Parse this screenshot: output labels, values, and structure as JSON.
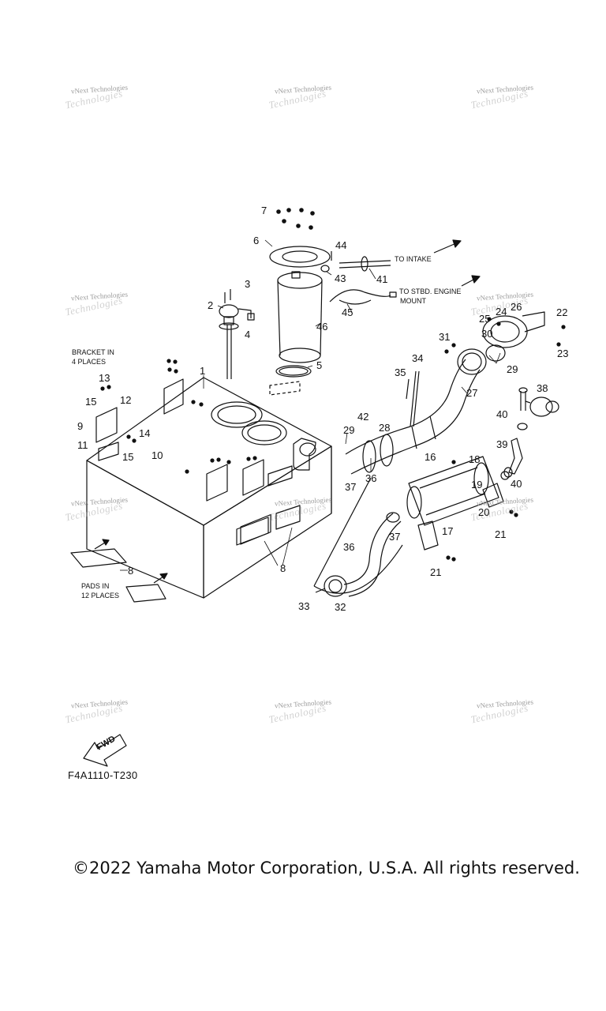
{
  "watermark": {
    "line1": "vNext Technologies",
    "line2": "Technologies"
  },
  "notes": {
    "to_intake": "TO INTAKE",
    "to_stbd_line1": "TO STBD. ENGINE",
    "to_stbd_line2": "MOUNT",
    "bracket_line1": "BRACKET IN",
    "bracket_line2": "4 PLACES",
    "pads_line1": "PADS IN",
    "pads_line2": "12 PLACES"
  },
  "fwd_label": "FWD",
  "figure_code": "F4A1110-T230",
  "copyright": "©2022 Yamaha Motor Corporation, U.S.A. All rights reserved.",
  "callouts": [
    "1",
    "2",
    "3",
    "4",
    "5",
    "6",
    "7",
    "8",
    "8",
    "9",
    "10",
    "11",
    "12",
    "13",
    "14",
    "15",
    "15",
    "16",
    "17",
    "18",
    "19",
    "20",
    "21",
    "21",
    "22",
    "23",
    "24",
    "25",
    "26",
    "27",
    "28",
    "29",
    "29",
    "30",
    "31",
    "32",
    "33",
    "34",
    "35",
    "36",
    "36",
    "37",
    "37",
    "38",
    "39",
    "40",
    "40",
    "41",
    "42",
    "43",
    "44",
    "45",
    "46"
  ]
}
